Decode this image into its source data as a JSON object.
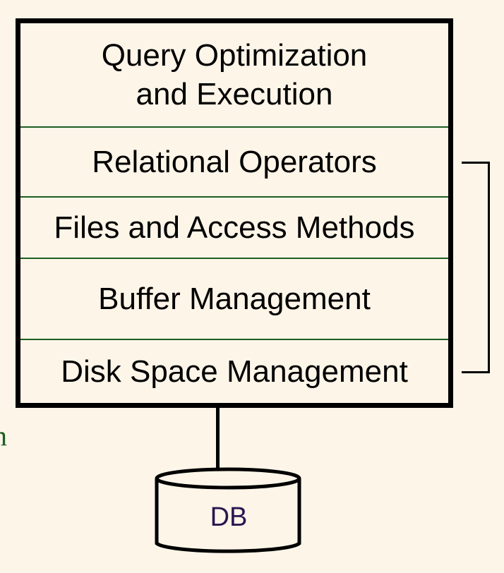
{
  "layers": [
    {
      "lines": [
        "Query Optimization",
        "and Execution"
      ]
    },
    {
      "lines": [
        "Relational Operators"
      ]
    },
    {
      "lines": [
        "Files and Access Methods"
      ]
    },
    {
      "lines": [
        "Buffer Management"
      ]
    },
    {
      "lines": [
        "Disk Space Management"
      ]
    }
  ],
  "database": {
    "label": "DB"
  },
  "edge_fragment": "n",
  "colors": {
    "background": "#fdf5e8",
    "border": "#000000",
    "divider": "#1b5e20",
    "db_label": "#2a1550"
  }
}
